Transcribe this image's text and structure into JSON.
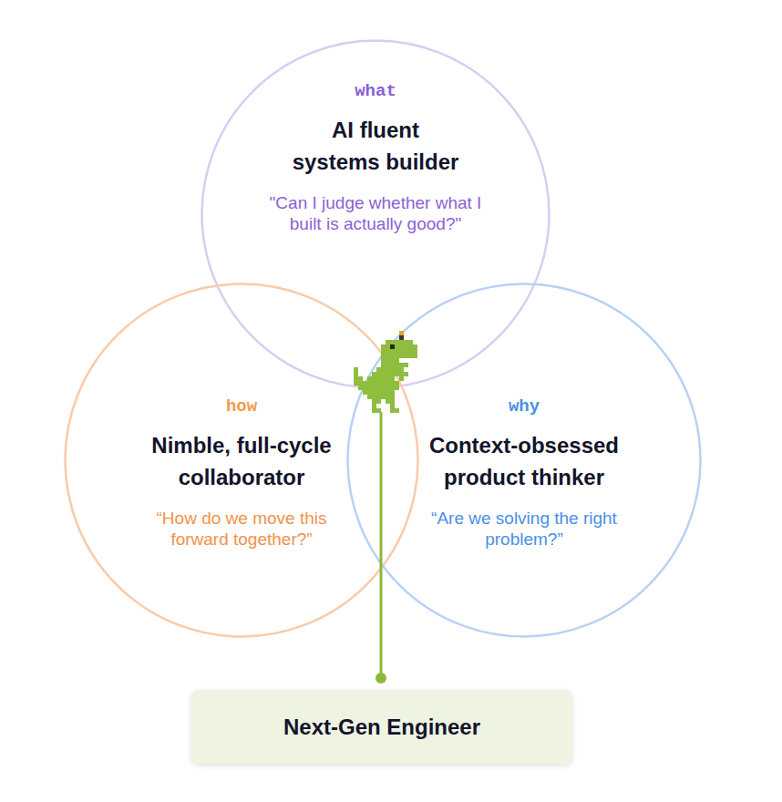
{
  "diagram": {
    "nodes": [
      {
        "text": [
          "what",
          "AI fluent systems builder",
          "\"Can I judge whether what I built is actually good?\""
        ]
      },
      {
        "text": [
          "how",
          "Nimble, full-cycle collaborator",
          "“How do we move this forward together?”"
        ]
      },
      {
        "text": [
          "why",
          "Context-obsessed product thinker",
          "“Are we solving the right problem?”"
        ]
      },
      {
        "text": [
          "Next-Gen Engineer"
        ]
      }
    ]
  }
}
